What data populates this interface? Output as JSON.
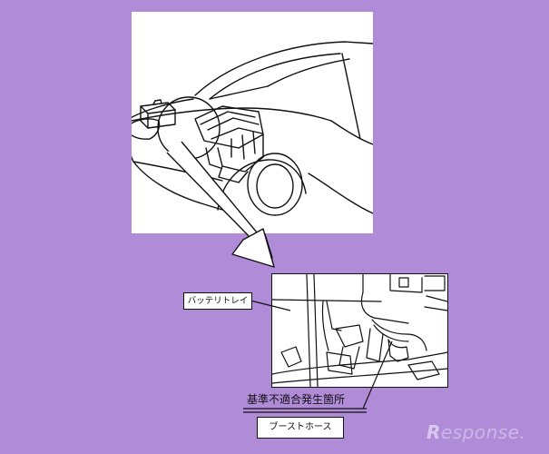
{
  "labels": {
    "battery_tray": "バッテリトレイ",
    "defect_location": "基準不適合発生箇所",
    "boost_hose": "ブーストホース"
  },
  "watermark": {
    "text": "esponse."
  },
  "colors": {
    "background": "#b08bd7",
    "panel": "#ffffff",
    "ink": "#111111"
  }
}
